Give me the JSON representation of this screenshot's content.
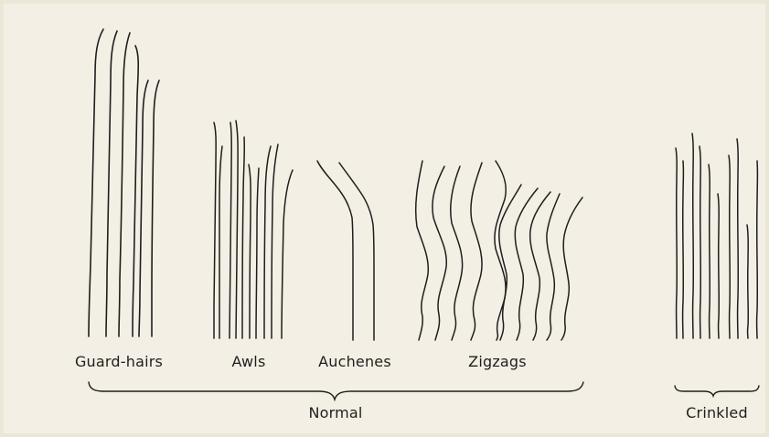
{
  "figure": {
    "groups": [
      {
        "key": "guard_hairs",
        "label": "Guard-hairs"
      },
      {
        "key": "awls",
        "label": "Awls"
      },
      {
        "key": "auchenes",
        "label": "Auchenes"
      },
      {
        "key": "zigzags",
        "label": "Zigzags"
      }
    ],
    "brackets": {
      "normal": "Normal",
      "crinkled": "Crinkled"
    },
    "colors": {
      "paper": "#f3efe4",
      "ink": "#1e1e1e"
    }
  }
}
